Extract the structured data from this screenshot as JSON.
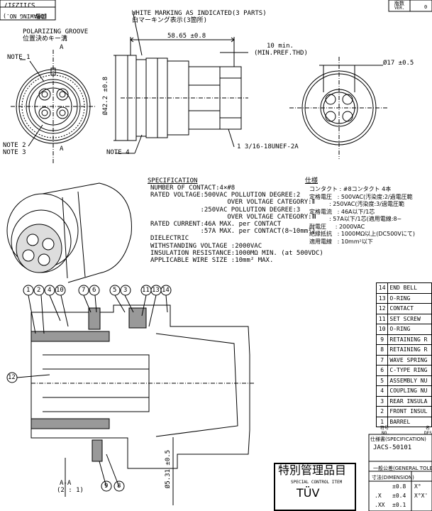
{
  "drawing_no": {
    "value": "SJ112317",
    "label": "(DRAWING NO.)",
    "label_jp": "図番"
  },
  "rev": {
    "label_jp": "版数",
    "label": "VER.",
    "value": "0"
  },
  "callouts": {
    "marking": "WHITE MARKING AS INDICATED(3 PARTS)",
    "marking_jp": "白マーキング表示(3箇所)",
    "polarizing": "POLARIZING GROOVE",
    "polarizing_jp": "位置決めキー溝",
    "note1": "NOTE 1",
    "note2": "NOTE 2",
    "note3": "NOTE 3",
    "note4": "NOTE 4",
    "section_letter": "A",
    "dim_length": "58.65 ±0.8",
    "dim_min": "10 min.",
    "dim_min_ref": "(MIN.PREF.THD)",
    "dim_dia42": "Ø42.2 ±0.8",
    "dim_dia17": "Ø17 ±0.5",
    "thread": "1 3/16-18UNEF-2A",
    "dim_dia5": "Ø5.31 ±0.5",
    "section_label": "A-A",
    "section_scale": "(2 : 1)"
  },
  "spec_en": {
    "title": "SPECIFICATION",
    "lines": [
      "NUMBER OF CONTACT:4×#8",
      "RATED VOLTAGE:500VAC POLLUTION DEGREE:2",
      "                    OVER VOLTAGE CATEGORY:Ⅱ",
      "             :250VAC POLLUTION DEGREE:3",
      "                    OVER VOLTAGE CATEGORY:Ⅲ",
      "RATED CURRENT:46A MAX. per CONTACT",
      "             :57A MAX. per CONTACT(8~10mm²)",
      "DIELECTRIC",
      "WITHSTANDING VOLTAGE :2000VAC",
      "INSULATION RESISTANCE:1000MΩ MIN. (at 500VDC)",
      "APPLICABLE WIRE SIZE :10mm² MAX."
    ]
  },
  "spec_jp": {
    "title": "仕様",
    "lines": [
      "コンタクト : #8コンタクト 4本",
      "定格電圧   : 500VAC(汚染度:2/過電圧範",
      "           : 250VAC(汚染度:3/過電圧範",
      "定格電流   : 46A以下/1芯",
      "           : 57A以下/1芯(適用電線:8~",
      "耐電圧     : 2000VAC",
      "絶縁抵抗   : 1000MΩ以上(DC500Vにて)",
      "適用電線   : 10mm²以下"
    ]
  },
  "balloons": [
    "1",
    "2",
    "4",
    "10",
    "7",
    "6",
    "5",
    "3",
    "11",
    "13",
    "14",
    "12",
    "9",
    "8"
  ],
  "parts": [
    {
      "no": "14",
      "desc": "END BELL"
    },
    {
      "no": "13",
      "desc": "O-RING"
    },
    {
      "no": "12",
      "desc": "CONTACT"
    },
    {
      "no": "11",
      "desc": "SET SCREW"
    },
    {
      "no": "10",
      "desc": "O-RING"
    },
    {
      "no": "9",
      "desc": "RETAINING R"
    },
    {
      "no": "8",
      "desc": "RETAINING R"
    },
    {
      "no": "7",
      "desc": "WAVE SPRING"
    },
    {
      "no": "6",
      "desc": "C-TYPE RING"
    },
    {
      "no": "5",
      "desc": "ASSEMBLY NU"
    },
    {
      "no": "4",
      "desc": "COUPLING NU"
    },
    {
      "no": "3",
      "desc": "REAR INSULA"
    },
    {
      "no": "2",
      "desc": "FRONT INSUL"
    },
    {
      "no": "1",
      "desc": "BARREL"
    }
  ],
  "parts_footer": {
    "no_jp": "符号",
    "no": "NO.",
    "desc_jp": "名",
    "desc": "DES"
  },
  "spec_ref": {
    "label": "仕様書(SPECIFICATION)",
    "value": "JACS-50101"
  },
  "control": {
    "jp": "特別管理品目",
    "en": "SPECIAL CONTROL ITEM",
    "tuv": "TÜV"
  },
  "tolerance": {
    "title": "一般公差(GENERAL TOLERA",
    "dim_label": "寸法(DIMENSION)",
    "rows": [
      {
        "dim": "",
        "tol": "±0.8",
        "ang": "X°"
      },
      {
        "dim": ".X",
        "tol": "±0.4",
        "ang": "X°X'"
      },
      {
        "dim": ".XX",
        "tol": "±0.1",
        "ang": ""
      }
    ]
  }
}
